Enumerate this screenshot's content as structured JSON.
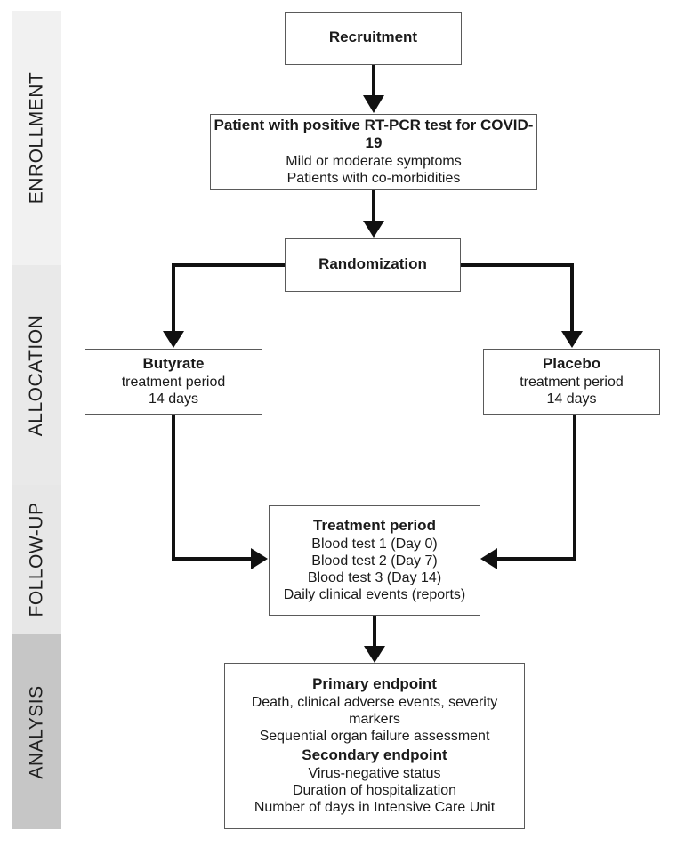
{
  "colors": {
    "band_enrollment": "#f1f1f1",
    "band_allocation": "#e9e9e9",
    "band_followup": "#e7e7e7",
    "band_analysis": "#c6c6c6",
    "arrow": "#111111",
    "box_border": "#5a5a5a",
    "text": "#1a1a1a"
  },
  "sidebar": {
    "bands": [
      {
        "label": "ENROLLMENT"
      },
      {
        "label": "ALLOCATION"
      },
      {
        "label": "FOLLOW-UP"
      },
      {
        "label": "ANALYSIS"
      }
    ]
  },
  "boxes": {
    "recruitment": {
      "title": "Recruitment"
    },
    "eligibility": {
      "title": "Patient with positive RT-PCR test for COVID-19",
      "lines": [
        "Mild or moderate symptoms",
        "Patients with co-morbidities"
      ]
    },
    "randomization": {
      "title": "Randomization"
    },
    "butyrate": {
      "title": "Butyrate",
      "lines": [
        "treatment period",
        "14 days"
      ]
    },
    "placebo": {
      "title": "Placebo",
      "lines": [
        "treatment period",
        "14 days"
      ]
    },
    "followup": {
      "title": "Treatment period",
      "lines": [
        "Blood test 1 (Day 0)",
        "Blood test 2 (Day 7)",
        "Blood test 3 (Day 14)",
        "Daily clinical events (reports)"
      ]
    },
    "analysis": {
      "primary_title": "Primary endpoint",
      "primary_lines": [
        "Death, clinical adverse events, severity markers",
        "Sequential organ failure assessment"
      ],
      "secondary_title": "Secondary endpoint",
      "secondary_lines": [
        "Virus-negative status",
        "Duration of hospitalization",
        "Number of days in Intensive Care Unit"
      ]
    }
  }
}
